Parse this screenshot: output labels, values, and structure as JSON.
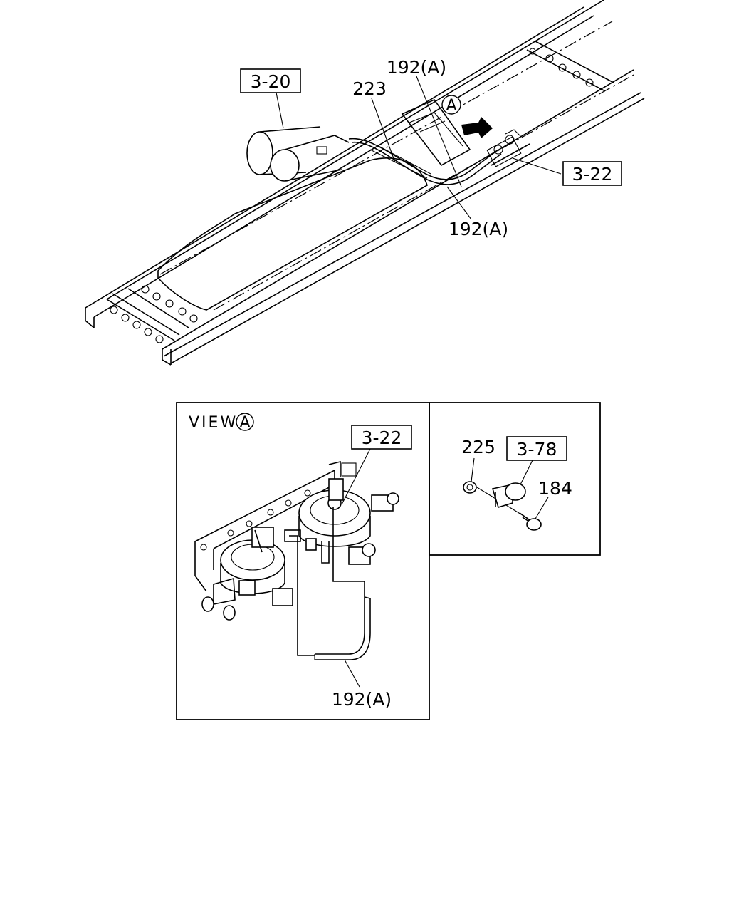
{
  "top_view": {
    "callouts": {
      "ref_3_20": "3-20",
      "part_223": "223",
      "part_192a_top": "192(A)",
      "view_marker": "A",
      "ref_3_22": "3-22",
      "part_192a_bottom": "192(A)"
    }
  },
  "view_a_panel": {
    "title": "VIEW",
    "title_marker": "A",
    "ref_3_22": "3-22",
    "part_192a": "192(A)"
  },
  "detail_panel": {
    "part_225": "225",
    "ref_3_78": "3-78",
    "part_184": "184"
  }
}
